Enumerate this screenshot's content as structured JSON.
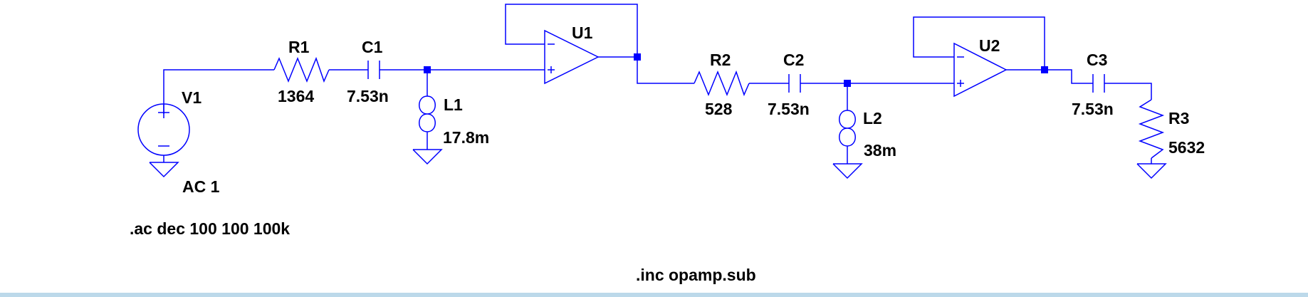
{
  "colors": {
    "wire": "#0000ff",
    "text": "#000000",
    "background": "#ffffff",
    "bottom_bar": "#bcd9ea"
  },
  "components": {
    "v1": {
      "name": "V1",
      "value": "AC 1"
    },
    "r1": {
      "name": "R1",
      "value": "1364"
    },
    "c1": {
      "name": "C1",
      "value": "7.53n"
    },
    "l1": {
      "name": "L1",
      "value": "17.8m"
    },
    "u1": {
      "name": "U1",
      "minus": "−",
      "plus": "+"
    },
    "r2": {
      "name": "R2",
      "value": "528"
    },
    "c2": {
      "name": "C2",
      "value": "7.53n"
    },
    "l2": {
      "name": "L2",
      "value": "38m"
    },
    "u2": {
      "name": "U2",
      "minus": "−",
      "plus": "+"
    },
    "c3": {
      "name": "C3",
      "value": "7.53n"
    },
    "r3": {
      "name": "R3",
      "value": "5632"
    }
  },
  "directives": {
    "ac": ".ac dec 100 100 100k",
    "inc": ".inc opamp.sub"
  }
}
